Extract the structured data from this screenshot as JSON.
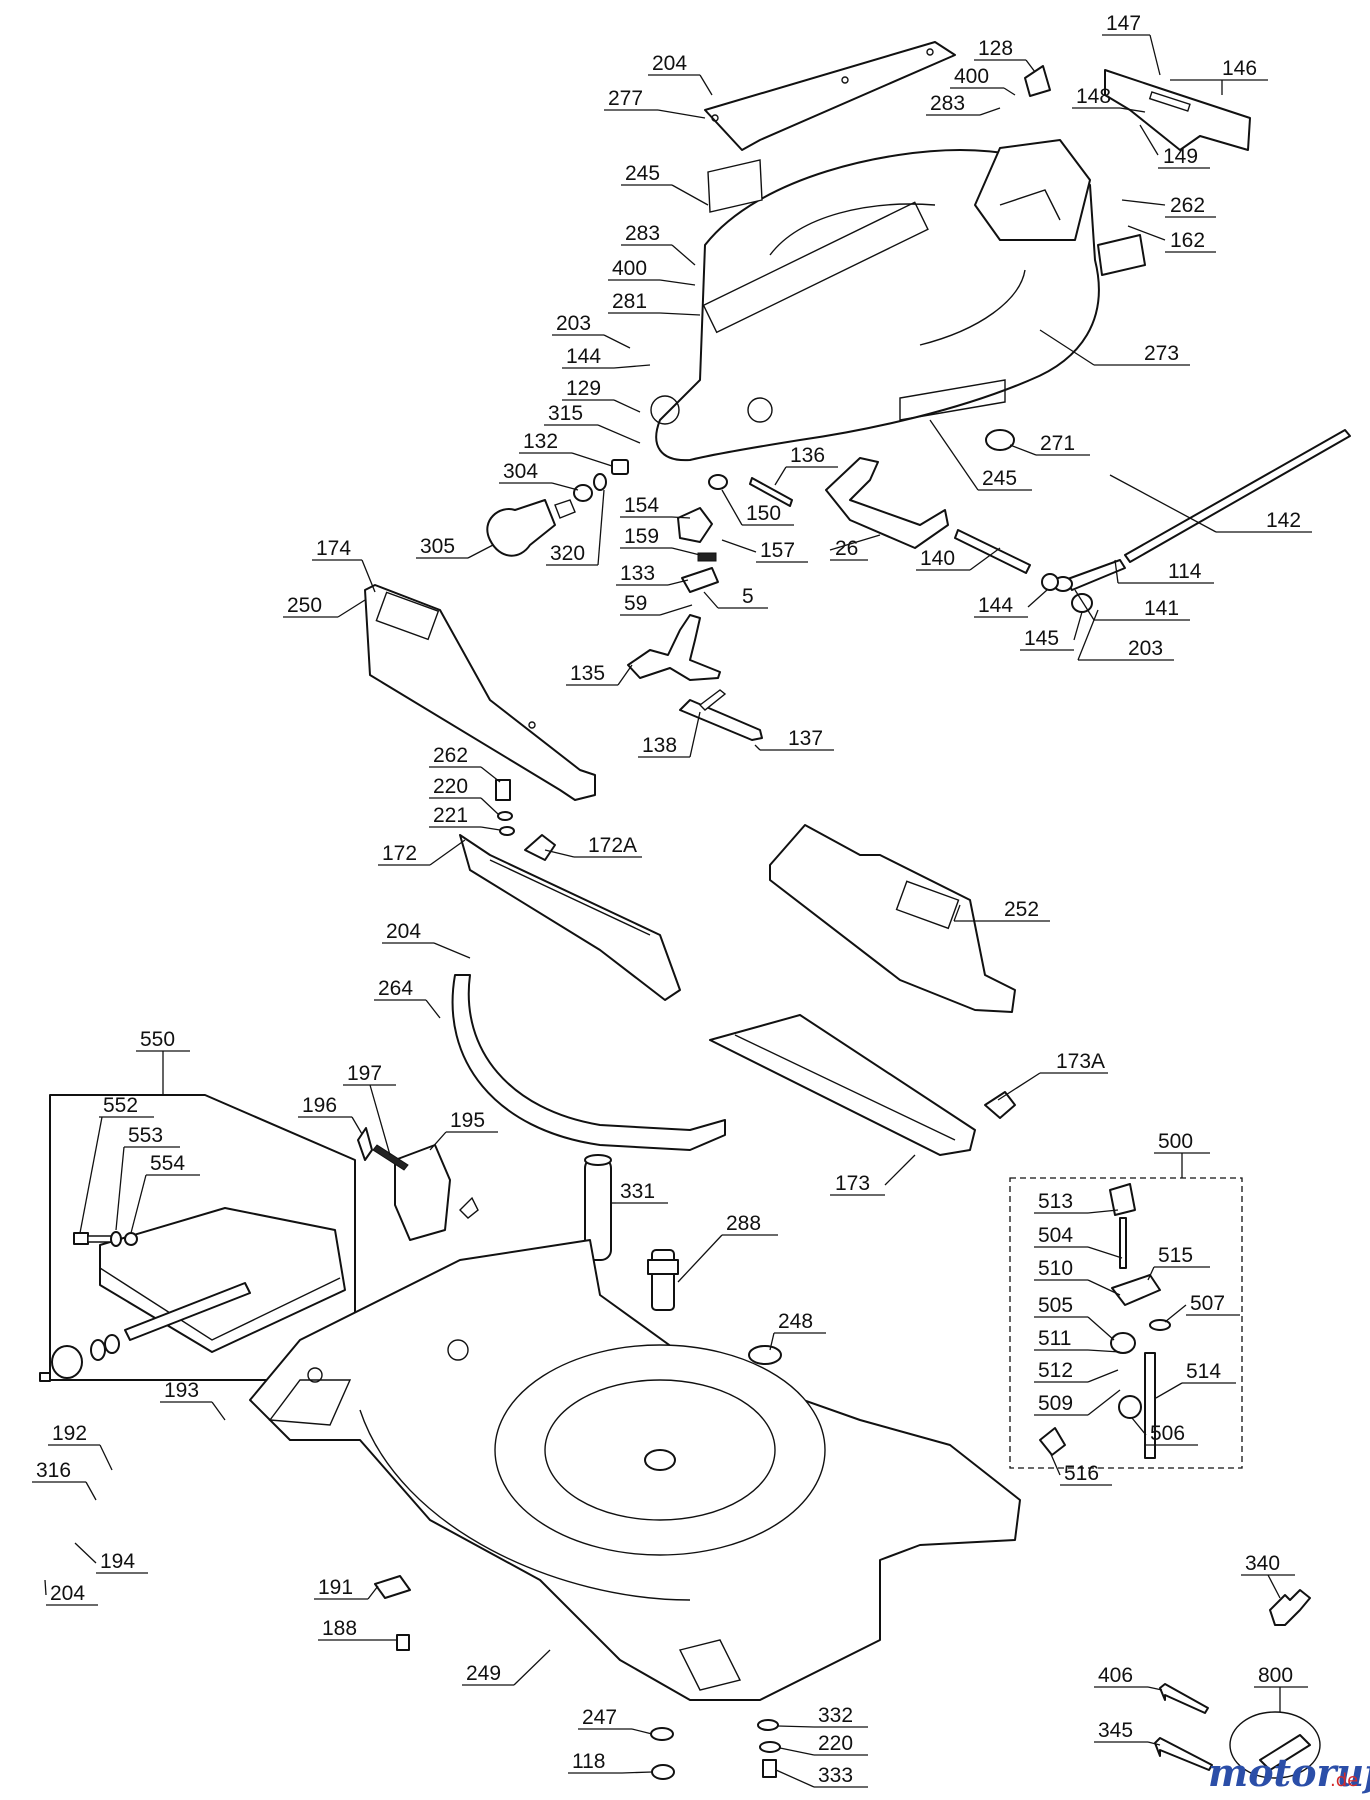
{
  "watermark": {
    "brand": "motoruf",
    "tld": ".de"
  },
  "colors": {
    "line": "#111111",
    "background": "#ffffff",
    "watermark_blue": "#2b4ea8",
    "watermark_red": "#d42a2a"
  },
  "callouts": [
    {
      "id": "204a",
      "label": "204"
    },
    {
      "id": "277",
      "label": "277"
    },
    {
      "id": "128",
      "label": "128"
    },
    {
      "id": "400a",
      "label": "400"
    },
    {
      "id": "283a",
      "label": "283"
    },
    {
      "id": "147",
      "label": "147"
    },
    {
      "id": "146",
      "label": "146"
    },
    {
      "id": "148",
      "label": "148"
    },
    {
      "id": "149",
      "label": "149"
    },
    {
      "id": "245a",
      "label": "245"
    },
    {
      "id": "262a",
      "label": "262"
    },
    {
      "id": "162",
      "label": "162"
    },
    {
      "id": "283b",
      "label": "283"
    },
    {
      "id": "400b",
      "label": "400"
    },
    {
      "id": "281",
      "label": "281"
    },
    {
      "id": "203a",
      "label": "203"
    },
    {
      "id": "144a",
      "label": "144"
    },
    {
      "id": "273",
      "label": "273"
    },
    {
      "id": "129",
      "label": "129"
    },
    {
      "id": "315",
      "label": "315"
    },
    {
      "id": "271",
      "label": "271"
    },
    {
      "id": "132",
      "label": "132"
    },
    {
      "id": "245b",
      "label": "245"
    },
    {
      "id": "136",
      "label": "136"
    },
    {
      "id": "304",
      "label": "304"
    },
    {
      "id": "142",
      "label": "142"
    },
    {
      "id": "154",
      "label": "154"
    },
    {
      "id": "150",
      "label": "150"
    },
    {
      "id": "159",
      "label": "159"
    },
    {
      "id": "157",
      "label": "157"
    },
    {
      "id": "305",
      "label": "305"
    },
    {
      "id": "320",
      "label": "320"
    },
    {
      "id": "26",
      "label": "26"
    },
    {
      "id": "174",
      "label": "174"
    },
    {
      "id": "133",
      "label": "133"
    },
    {
      "id": "140",
      "label": "140"
    },
    {
      "id": "114",
      "label": "114"
    },
    {
      "id": "59",
      "label": "59"
    },
    {
      "id": "5",
      "label": "5"
    },
    {
      "id": "250",
      "label": "250"
    },
    {
      "id": "144b",
      "label": "144"
    },
    {
      "id": "141",
      "label": "141"
    },
    {
      "id": "145",
      "label": "145"
    },
    {
      "id": "203b",
      "label": "203"
    },
    {
      "id": "135",
      "label": "135"
    },
    {
      "id": "137",
      "label": "137"
    },
    {
      "id": "138",
      "label": "138"
    },
    {
      "id": "262b",
      "label": "262"
    },
    {
      "id": "220a",
      "label": "220"
    },
    {
      "id": "221",
      "label": "221"
    },
    {
      "id": "172A",
      "label": "172A"
    },
    {
      "id": "172",
      "label": "172"
    },
    {
      "id": "252",
      "label": "252"
    },
    {
      "id": "204b",
      "label": "204"
    },
    {
      "id": "264",
      "label": "264"
    },
    {
      "id": "550",
      "label": "550"
    },
    {
      "id": "197",
      "label": "197"
    },
    {
      "id": "173A",
      "label": "173A"
    },
    {
      "id": "552",
      "label": "552"
    },
    {
      "id": "196",
      "label": "196"
    },
    {
      "id": "195",
      "label": "195"
    },
    {
      "id": "553",
      "label": "553"
    },
    {
      "id": "554",
      "label": "554"
    },
    {
      "id": "500",
      "label": "500"
    },
    {
      "id": "331",
      "label": "331"
    },
    {
      "id": "173",
      "label": "173"
    },
    {
      "id": "513",
      "label": "513"
    },
    {
      "id": "288",
      "label": "288"
    },
    {
      "id": "504",
      "label": "504"
    },
    {
      "id": "515",
      "label": "515"
    },
    {
      "id": "510",
      "label": "510"
    },
    {
      "id": "507",
      "label": "507"
    },
    {
      "id": "505",
      "label": "505"
    },
    {
      "id": "248",
      "label": "248"
    },
    {
      "id": "511",
      "label": "511"
    },
    {
      "id": "514",
      "label": "514"
    },
    {
      "id": "193",
      "label": "193"
    },
    {
      "id": "512",
      "label": "512"
    },
    {
      "id": "509",
      "label": "509"
    },
    {
      "id": "192",
      "label": "192"
    },
    {
      "id": "506",
      "label": "506"
    },
    {
      "id": "316",
      "label": "316"
    },
    {
      "id": "516",
      "label": "516"
    },
    {
      "id": "194",
      "label": "194"
    },
    {
      "id": "340",
      "label": "340"
    },
    {
      "id": "204c",
      "label": "204"
    },
    {
      "id": "191",
      "label": "191"
    },
    {
      "id": "188",
      "label": "188"
    },
    {
      "id": "249",
      "label": "249"
    },
    {
      "id": "406",
      "label": "406"
    },
    {
      "id": "800",
      "label": "800"
    },
    {
      "id": "247",
      "label": "247"
    },
    {
      "id": "332",
      "label": "332"
    },
    {
      "id": "220b",
      "label": "220"
    },
    {
      "id": "345",
      "label": "345"
    },
    {
      "id": "118",
      "label": "118"
    },
    {
      "id": "333",
      "label": "333"
    }
  ]
}
